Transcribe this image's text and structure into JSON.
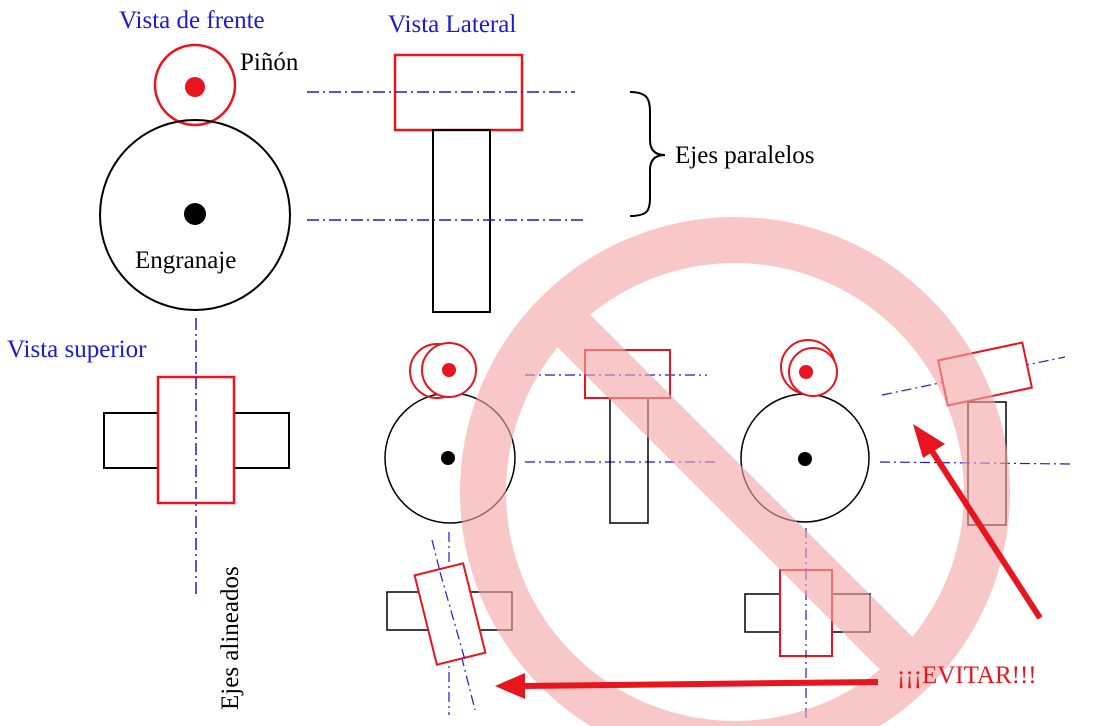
{
  "labels": {
    "front_view": "Vista de frente",
    "side_view": "Vista Lateral",
    "top_view": "Vista superior",
    "pinion": "Piñón",
    "gear": "Engranaje",
    "parallel_axes": "Ejes paralelos",
    "aligned_axes": "Ejes alineados",
    "avoid": "¡¡¡EVITAR!!!"
  },
  "colors": {
    "view_title": "#1a1ad6",
    "pinion_outline": "#e8141e",
    "gear_outline": "#000000",
    "axis_line": "#1a1ad6",
    "warning": "#e8141e",
    "prohibition_sign": "#f7b8b8"
  },
  "icons": {
    "prohibition": "no-sign-icon",
    "arrow": "arrow-icon"
  }
}
